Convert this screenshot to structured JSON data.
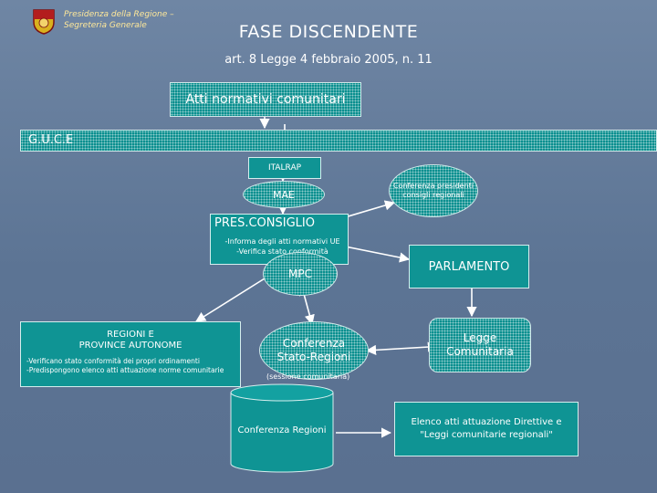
{
  "header": {
    "org_line1": "Presidenza della Regione –",
    "org_line2": "Segreteria Generale"
  },
  "title": "FASE DISCENDENTE",
  "subtitle": "art. 8 Legge 4 febbraio 2005, n. 11",
  "nodes": {
    "atti": "Atti normativi comunitari",
    "guce": "G.U.C.E",
    "italrap": "ITALRAP",
    "mae": "MAE",
    "conf_pres_line1": "Conferenza presidenti",
    "conf_pres_line2": "consigli regionali",
    "pres_consiglio": "PRES.CONSIGLIO",
    "pres_note1": "-Informa degli atti normativi UE",
    "pres_note2": "-Verifica stato conformità",
    "parlamento": "PARLAMENTO",
    "mpc": "MPC",
    "regioni_line1": "REGIONI E",
    "regioni_line2": "PROVINCE AUTONOME",
    "regioni_note1": "-Verificano stato conformità dei propri ordinamenti",
    "regioni_note2": "-Predispongono elenco atti attuazione norme comunitarie",
    "conf_sr_line1": "Conferenza",
    "conf_sr_line2": "Stato-Regioni",
    "conf_sr_note": "(sessione comunitaria)",
    "legge_line1": "Legge",
    "legge_line2": "Comunitaria",
    "conf_regioni": "Conferenza Regioni",
    "elenco_line1": "Elenco atti attuazione Direttive e",
    "elenco_line2": "\"Leggi comunitarie regionali\""
  },
  "colors": {
    "node_fill": "#0f9494",
    "node_border": "#d6eeee",
    "background": "#6580a0",
    "arrow": "#ffffff"
  }
}
